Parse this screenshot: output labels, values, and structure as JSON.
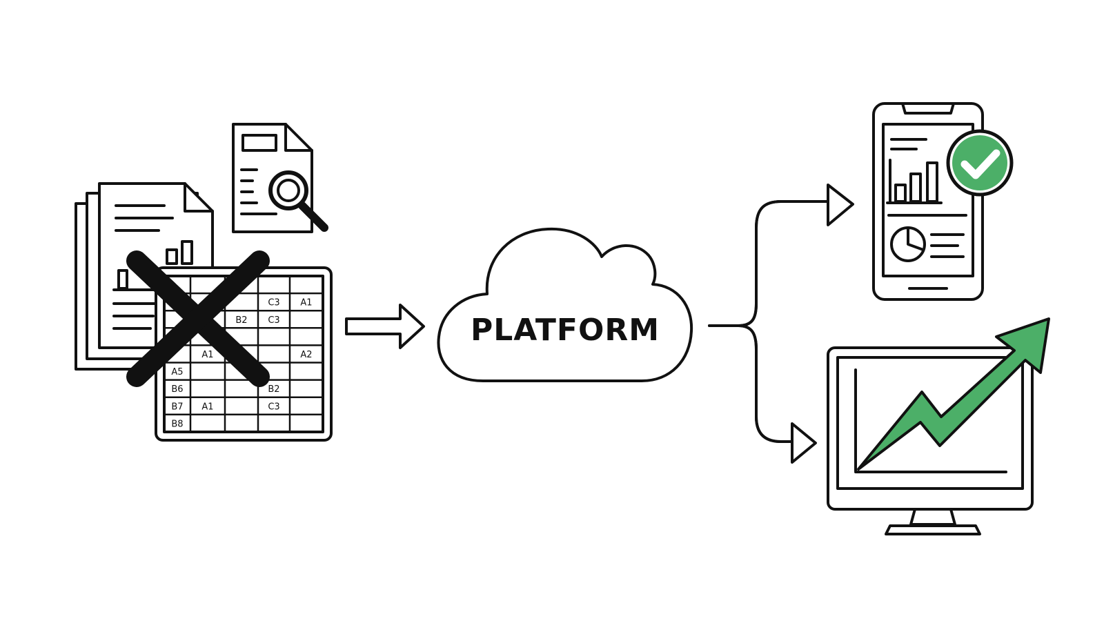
{
  "platform": {
    "label": "PLATFORM"
  },
  "spreadsheet": {
    "cells": [
      {
        "col": 3,
        "row": 1,
        "text": "C3"
      },
      {
        "col": 4,
        "row": 1,
        "text": "A1"
      },
      {
        "col": 2,
        "row": 2,
        "text": "B2"
      },
      {
        "col": 3,
        "row": 2,
        "text": "C3"
      },
      {
        "col": 1,
        "row": 4,
        "text": "A1"
      },
      {
        "col": 4,
        "row": 4,
        "text": "A2"
      },
      {
        "col": 0,
        "row": 5,
        "text": "A5"
      },
      {
        "col": 0,
        "row": 6,
        "text": "B6"
      },
      {
        "col": 3,
        "row": 6,
        "text": "B2"
      },
      {
        "col": 0,
        "row": 7,
        "text": "B7"
      },
      {
        "col": 1,
        "row": 7,
        "text": "A1"
      },
      {
        "col": 3,
        "row": 7,
        "text": "C3"
      },
      {
        "col": 0,
        "row": 8,
        "text": "B8"
      }
    ]
  },
  "colors": {
    "accent_green": "#4caf68",
    "ink": "#111111",
    "background": "#ffffff"
  },
  "icons": [
    "documents-stack-icon",
    "spreadsheet-icon",
    "x-mark-icon",
    "document-search-icon",
    "arrow-right-icon",
    "cloud-icon",
    "branch-arrows-icon",
    "smartphone-dashboard-icon",
    "checkmark-badge-icon",
    "monitor-chart-icon",
    "trend-up-arrow-icon"
  ]
}
